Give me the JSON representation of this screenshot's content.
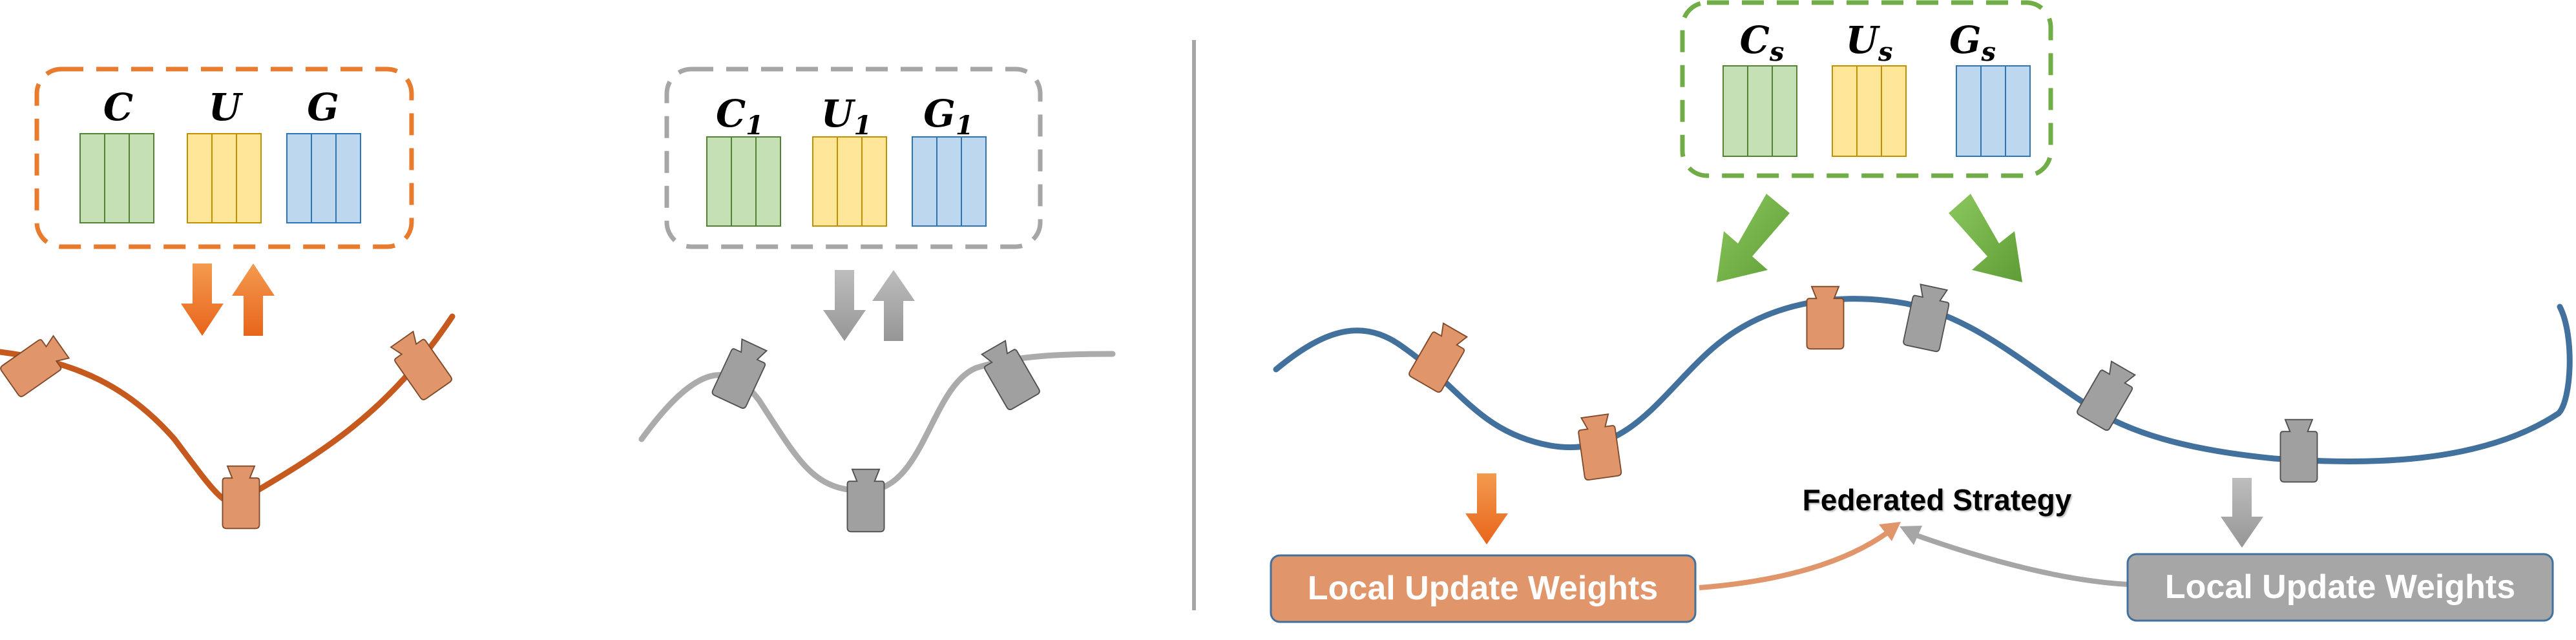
{
  "panel1": {
    "labels": [
      "C",
      "U",
      "G"
    ],
    "subscript": "",
    "box_color": "#E87B2E",
    "curve_color": "#C65A1E",
    "arrow_color": "#EF7A23"
  },
  "panel2": {
    "labels": [
      "C",
      "U",
      "G"
    ],
    "subscript": "1",
    "box_color": "#A6A6A6",
    "curve_color": "#ABABAB",
    "arrow_color": "#A6A6A6"
  },
  "panel3": {
    "labels": [
      "C",
      "U",
      "G"
    ],
    "subscript": "s",
    "box_color": "#70AD47",
    "curve_color": "#41719C",
    "arrow_color": "#70AD47",
    "strategy_label": "Federated Strategy",
    "left_weights_label": "Local Update Weights",
    "right_weights_label": "Local Update Weights"
  },
  "colors": {
    "green_fill": "#C5E0B4",
    "green_line": "#548235",
    "yellow_fill": "#FFE699",
    "yellow_line": "#BF9000",
    "blue_fill": "#BDD7EE",
    "blue_line": "#2E75B6",
    "orange_camera": "#E0956A",
    "gray_camera": "#A0A0A0",
    "divider": "#A6A6A6"
  }
}
